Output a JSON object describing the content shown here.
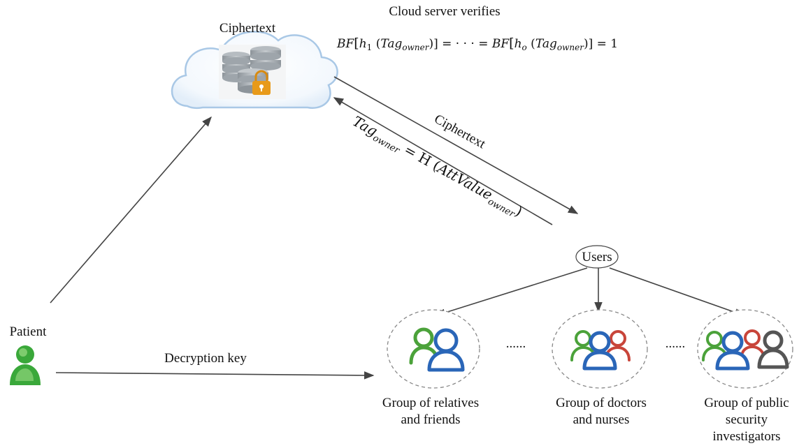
{
  "top_caption": "Cloud server verifies",
  "formula": {
    "prefix_1": "BF",
    "h1": "h",
    "h1_sub": "1",
    "tag": "Tag",
    "tag_sub": "owner",
    "middle": "= · · · =",
    "prefix_2": "BF",
    "ho": "h",
    "ho_sub": "o",
    "result": "= 1"
  },
  "cloud": {
    "label": "Ciphertext",
    "icon": "encrypted-database-icon"
  },
  "arrow_labels": {
    "ciphertext": "Ciphertext",
    "tag_lhs": "Tag",
    "tag_lhs_sub": "owner",
    "tag_eq": "= H",
    "tag_attr": "AttValue",
    "tag_attr_sub": "owner"
  },
  "patient": {
    "label": "Patient",
    "icon": "patient-person-icon",
    "color": "#3aa83a"
  },
  "decryption_key_label": "Decryption key",
  "users_label": "Users",
  "ellipsis": "......",
  "groups": [
    {
      "label_line1": "Group of relatives",
      "label_line2": "and friends",
      "label_line3": "",
      "icon": "two-users-icon"
    },
    {
      "label_line1": "Group of doctors",
      "label_line2": "and nurses",
      "label_line3": "",
      "icon": "three-users-icon"
    },
    {
      "label_line1": "Group of public",
      "label_line2": "security",
      "label_line3": "investigators",
      "icon": "four-users-icon"
    }
  ],
  "colors": {
    "green": "#4ba23a",
    "blue": "#2a66b8",
    "red": "#c8453a",
    "gray": "#666666",
    "lock": "#e89a1a",
    "cloud_edge": "#a9c8e6"
  }
}
